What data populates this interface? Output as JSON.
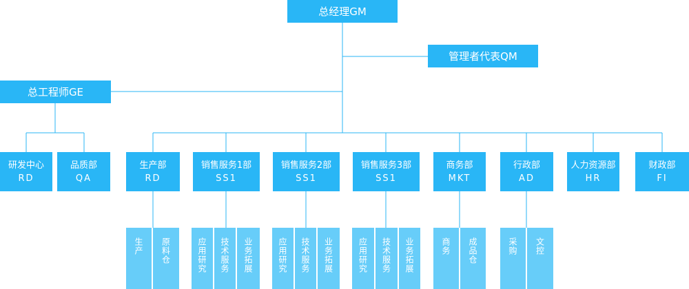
{
  "top": {
    "gm": "总经理GM",
    "qm": "管理者代表QM",
    "ge": "总工程师GE"
  },
  "departments": [
    {
      "name": "研发中心",
      "code": "RD"
    },
    {
      "name": "品质部",
      "code": "QA"
    },
    {
      "name": "生产部",
      "code": "RD",
      "subs": [
        "生产",
        "原料仓"
      ]
    },
    {
      "name": "销售服务1部",
      "code": "SS1",
      "subs": [
        "应用研究",
        "技术服务",
        "业务拓展"
      ]
    },
    {
      "name": "销售服务2部",
      "code": "SS1",
      "subs": [
        "应用研究",
        "技术服务",
        "业务拓展"
      ]
    },
    {
      "name": "销售服务3部",
      "code": "SS1",
      "subs": [
        "应用研究",
        "技术服务",
        "业务拓展"
      ]
    },
    {
      "name": "商务部",
      "code": "MKT",
      "subs": [
        "商务",
        "成品仓"
      ]
    },
    {
      "name": "行政部",
      "code": "AD",
      "subs": [
        "采购",
        "文控"
      ]
    },
    {
      "name": "人力资源部",
      "code": "HR"
    },
    {
      "name": "财政部",
      "code": "FI"
    }
  ],
  "colors": {
    "box": "#29b6f6",
    "sub_box": "#67cdf9",
    "line": "#29b6f6"
  }
}
